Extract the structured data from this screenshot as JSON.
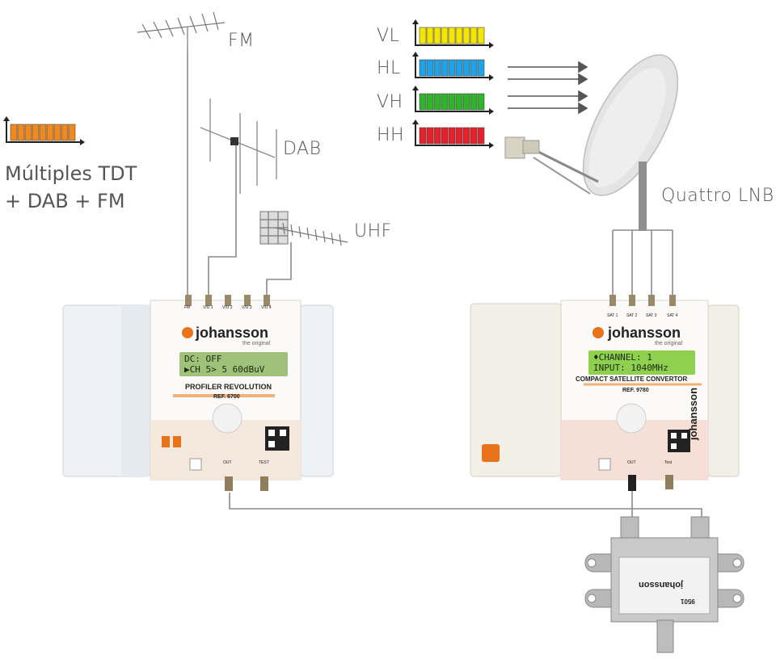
{
  "antennas": {
    "fm": "FM",
    "dab": "DAB",
    "uhf": "UHF"
  },
  "multiplex_label": [
    "Múltiples TDT",
    "+ DAB + FM"
  ],
  "satellite": {
    "lnb_label": "Quattro LNB",
    "polarities": [
      {
        "label": "VL",
        "color": "#f5e600"
      },
      {
        "label": "HL",
        "color": "#1fa3e8"
      },
      {
        "label": "VH",
        "color": "#2fb52a"
      },
      {
        "label": "HH",
        "color": "#e8202a"
      }
    ],
    "multiplex_color": "#f08a1e"
  },
  "profiler": {
    "brand": "johansson",
    "tagline": "the original",
    "lcd_line1": "DC: OFF",
    "lcd_line2": "▶CH  5> 5 60dBuV",
    "model": "PROFILER REVOLUTION",
    "ref": "REF. 6700",
    "ports": [
      "FM",
      "V/U 1",
      "V/U 2",
      "V/U 3",
      "V/U 4"
    ],
    "out_label": "OUT",
    "test_label": "TEST"
  },
  "convertor": {
    "brand": "johansson",
    "tagline": "the original",
    "lcd_line1": "♦CHANNEL: 1",
    "lcd_line2": " INPUT:  1040MHz",
    "model": "COMPACT SATELLITE CONVERTOR",
    "ref": "REF. 9780",
    "ports": [
      "SAT 1",
      "SAT 2",
      "SAT 3",
      "SAT 4"
    ],
    "side_brand": "johansson",
    "out_label": "OUT",
    "test_label": "Test"
  },
  "combiner": {
    "brand": "johansson",
    "ref": "9501"
  }
}
